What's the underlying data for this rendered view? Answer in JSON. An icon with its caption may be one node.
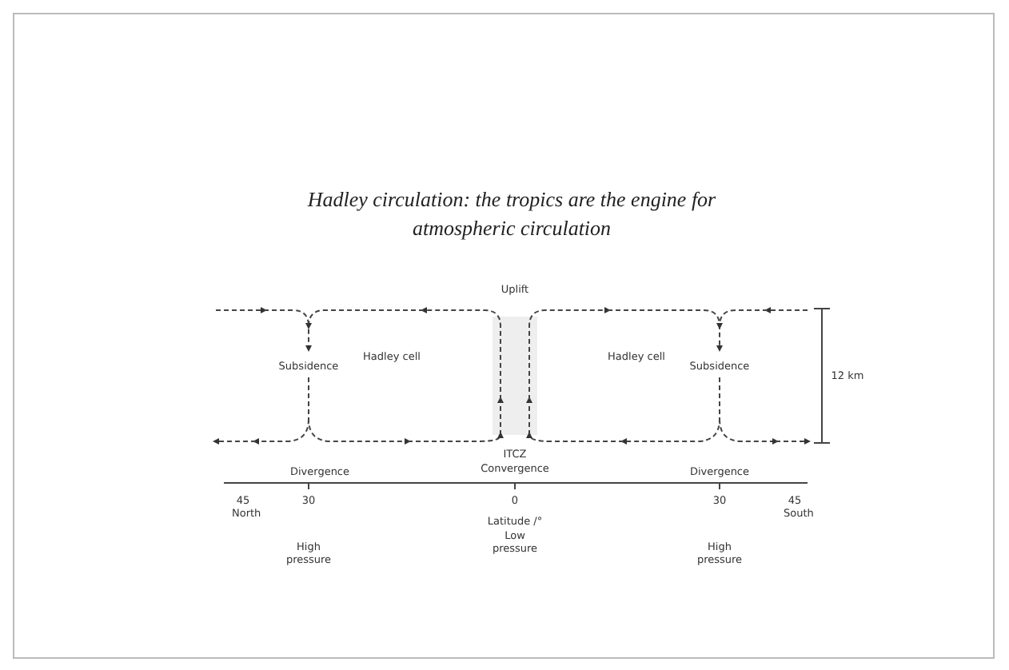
{
  "diagram": {
    "title": "Hadley circulation: the tropics are the engine for atmospheric circulation",
    "labels": [
      "Uplift",
      "Hadley cell",
      "Hadley cell",
      "Subsidence",
      "Subsidence",
      "12 km",
      "ITCZ",
      "Divergence",
      "Convergence",
      "Divergence",
      "45 North",
      "30",
      "0",
      "30",
      "45 South",
      "Latitude /°",
      "High pressure",
      "Low pressure",
      "High pressure"
    ]
  }
}
